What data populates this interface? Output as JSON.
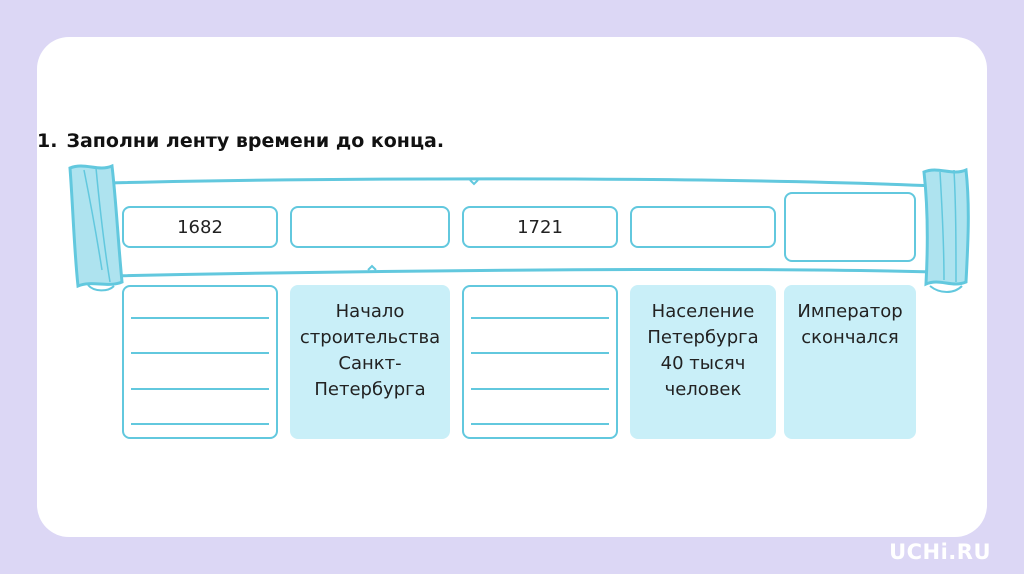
{
  "task": {
    "number": "1.",
    "text": "Заполни ленту времени до конца."
  },
  "timeline": {
    "dates": [
      "1682",
      "",
      "1721",
      "",
      ""
    ],
    "events": [
      {
        "text": "",
        "blank": true
      },
      {
        "lines": [
          "Начало",
          "строительства",
          "Санкт-",
          "Петербурга"
        ],
        "blank": false
      },
      {
        "text": "",
        "blank": true
      },
      {
        "lines": [
          "Население",
          "Петербурга",
          "40 тысяч",
          "человек"
        ],
        "blank": false
      },
      {
        "lines": [
          "Император",
          "скончался"
        ],
        "blank": false
      }
    ]
  },
  "brand": "UCHi.RU",
  "colors": {
    "background": "#dcd7f5",
    "ribbon_outline": "#62c8de",
    "ribbon_fill": "#aee3ef",
    "filled_box": "#c9eff8"
  }
}
